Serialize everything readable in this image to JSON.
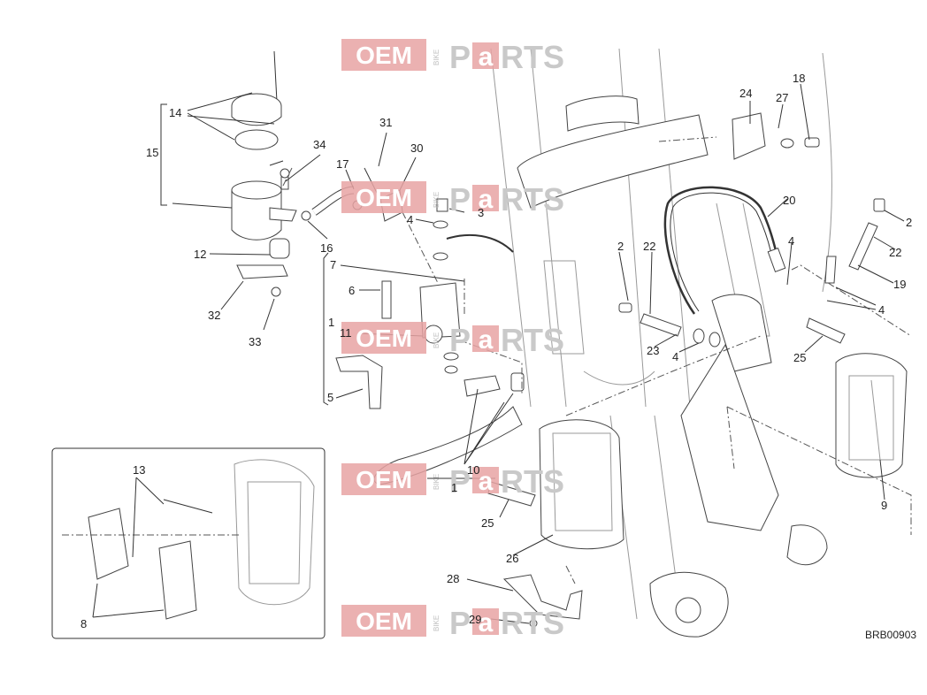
{
  "diagram": {
    "drawing_code": "BRB00903",
    "labels": [
      "1",
      "1",
      "2",
      "2",
      "3",
      "4",
      "4",
      "4",
      "4",
      "5",
      "6",
      "7",
      "8",
      "9",
      "10",
      "11",
      "12",
      "13",
      "14",
      "15",
      "16",
      "17",
      "18",
      "19",
      "20",
      "22",
      "22",
      "23",
      "24",
      "25",
      "25",
      "26",
      "27",
      "28",
      "29",
      "30",
      "31",
      "32",
      "33",
      "34"
    ]
  },
  "watermark": {
    "left": "OEM",
    "middle": "BIKE",
    "right_p": "P",
    "right_a": "a",
    "right_rest": "RTS"
  },
  "colors": {
    "line": "#333333",
    "watermark_red": "#e8a3a3",
    "watermark_gray": "#c9c9c9"
  }
}
